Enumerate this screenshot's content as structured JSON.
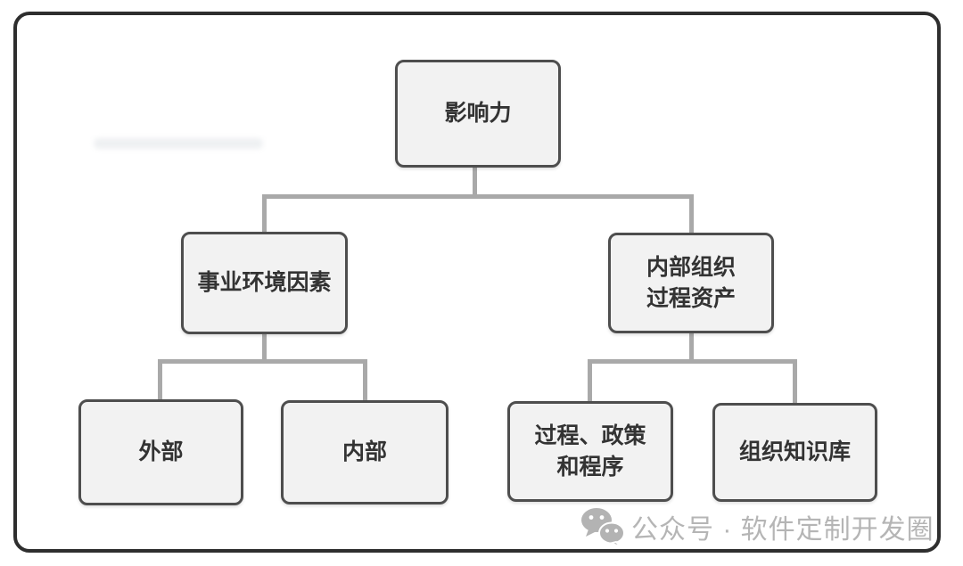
{
  "diagram": {
    "title_node": "影响力",
    "nodes": {
      "influence": {
        "label": "影响力"
      },
      "eef": {
        "label": "事业环境因素"
      },
      "opa": {
        "label": "内部组织\n过程资产"
      },
      "external": {
        "label": "外部"
      },
      "internal": {
        "label": "内部"
      },
      "ppp": {
        "label": "过程、政策\n和程序"
      },
      "okb": {
        "label": "组织知识库"
      }
    },
    "edges": [
      {
        "from": "influence",
        "to": "eef"
      },
      {
        "from": "influence",
        "to": "opa"
      },
      {
        "from": "eef",
        "to": "external"
      },
      {
        "from": "eef",
        "to": "internal"
      },
      {
        "from": "opa",
        "to": "ppp"
      },
      {
        "from": "opa",
        "to": "okb"
      }
    ]
  },
  "watermark": {
    "icon": "wechat-logo-icon",
    "text": "公众号 · 软件定制开发圈"
  },
  "colors": {
    "box_fill": "#f2f2f2",
    "box_border": "#4e4e4e",
    "connector": "#a9a9a9",
    "frame_border": "#2e2e2e",
    "node_text": "#333333",
    "watermark_text": "#b5b5b5"
  }
}
